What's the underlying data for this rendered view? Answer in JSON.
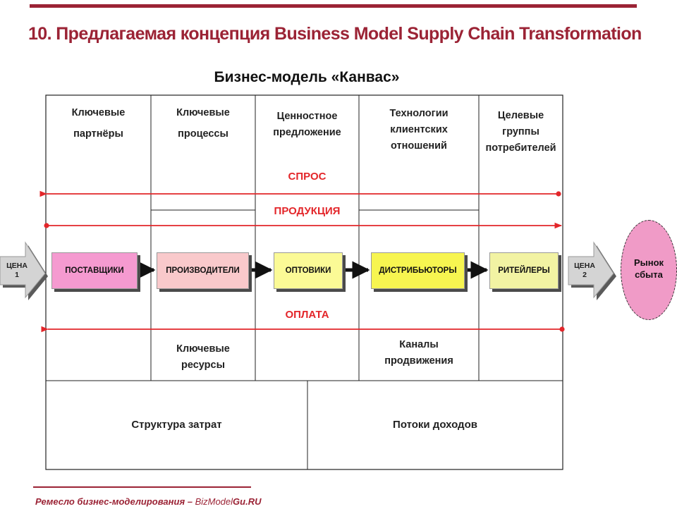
{
  "slide": {
    "title": "10. Предлагаемая концепция Business Model Supply Chain Transformation",
    "subtitle": "Бизнес-модель «Канвас»"
  },
  "canvas": {
    "key_partners": [
      "Ключевые",
      "партнёры"
    ],
    "key_activities": [
      "Ключевые",
      "процессы"
    ],
    "value_proposition": [
      "Ценностное",
      "предложение"
    ],
    "customer_relationships": [
      "Технологии",
      "клиентских",
      "отношений"
    ],
    "customer_segments": [
      "Целевые",
      "группы",
      "потребителей"
    ],
    "key_resources": [
      "Ключевые",
      "ресурсы"
    ],
    "channels": [
      "Каналы",
      "продвижения"
    ],
    "cost_structure": "Структура затрат",
    "revenue_streams": "Потоки доходов"
  },
  "flows": {
    "demand": "СПРОС",
    "product": "ПРОДУКЦИЯ",
    "payment": "ОПЛАТА",
    "color": "#e3262a"
  },
  "chain": [
    {
      "label": "ПОСТАВЩИКИ",
      "color": "#f59ad0"
    },
    {
      "label": "ПРОИЗВОДИТЕЛИ",
      "color": "#f9c9cb"
    },
    {
      "label": "ОПТОВИКИ",
      "color": "#fbfa96"
    },
    {
      "label": "ДИСТРИБЬЮТОРЫ",
      "color": "#f7f550"
    },
    {
      "label": "РИТЕЙЛЕРЫ",
      "color": "#f2f3a3"
    }
  ],
  "price": {
    "left": [
      "ЦЕНА",
      "1"
    ],
    "right": [
      "ЦЕНА",
      "2"
    ]
  },
  "market": [
    "Рынок",
    "сбыта"
  ],
  "footer": {
    "prefix": "Ремесло бизнес-моделирования – ",
    "brand_a": "BizModel",
    "brand_b": "Gu.RU"
  },
  "colors": {
    "accent": "#9b2335",
    "market_fill": "#f09bc7"
  }
}
